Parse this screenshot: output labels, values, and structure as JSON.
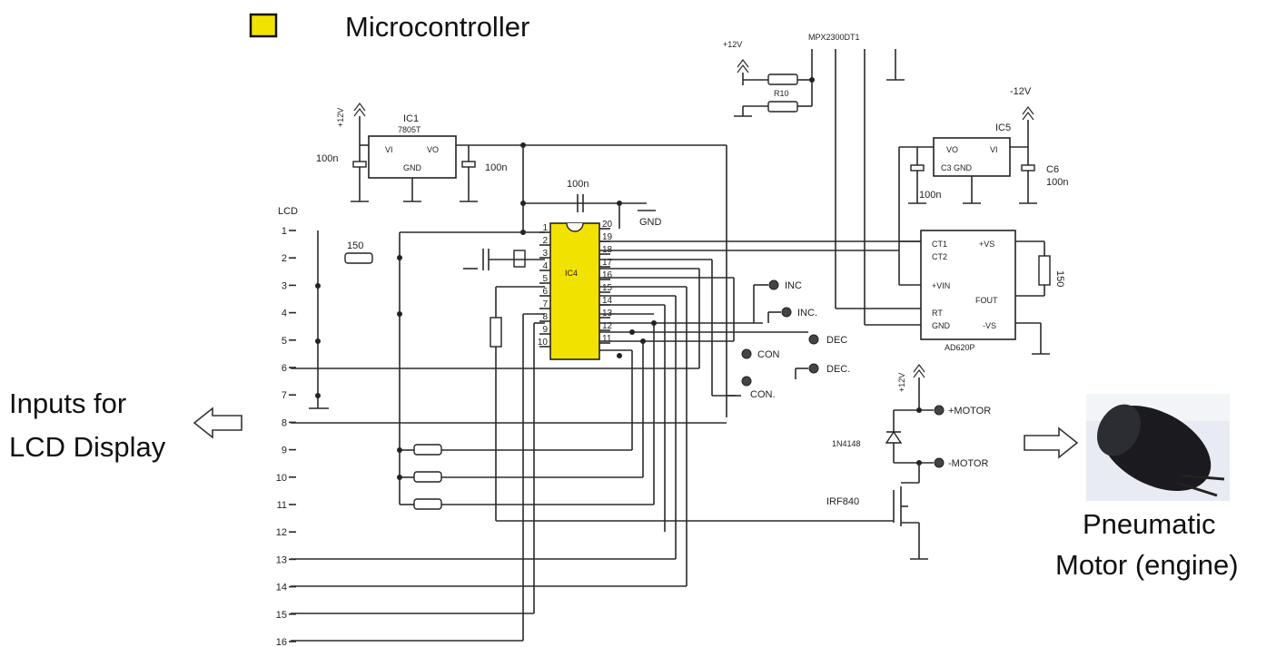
{
  "legend": {
    "swatch_color": "#f2e200",
    "label": "Microcontroller"
  },
  "left_note": {
    "line1": "Inputs for",
    "line2": "LCD Display"
  },
  "right_note": {
    "line1": "Pneumatic",
    "line2": "Motor (engine)"
  },
  "lcd": {
    "title": "LCD",
    "pins": [
      "1",
      "2",
      "3",
      "4",
      "5",
      "6",
      "7",
      "8",
      "9",
      "10",
      "11",
      "12",
      "13",
      "14",
      "15",
      "16"
    ]
  },
  "ic1": {
    "name": "IC1",
    "part": "7805T",
    "vi": "VI",
    "vo": "VO",
    "gnd": "GND",
    "supply": "+12V",
    "cap_in": "100n",
    "cap_out": "100n"
  },
  "ic4": {
    "name": "IC4",
    "decoupling": "100n",
    "gnd": "GND",
    "pins_left": [
      "1",
      "2",
      "3",
      "4",
      "5",
      "6",
      "7",
      "8",
      "9",
      "10"
    ],
    "pins_right": [
      "20",
      "19",
      "18",
      "17",
      "16",
      "15",
      "14",
      "13",
      "12",
      "11"
    ]
  },
  "ic5": {
    "name": "IC5",
    "vo": "VO",
    "vi": "VI",
    "gnd": "C3 GND",
    "supply": "-12V",
    "cap_left": "100n",
    "cap_right_name": "C6",
    "cap_right": "100n"
  },
  "sensor": {
    "part": "MPX2300DT1",
    "supply": "+12V",
    "resistor": "R10"
  },
  "ad620": {
    "part": "AD620P",
    "ct1": "CT1",
    "ct2": "CT2",
    "vs_pos": "+VS",
    "vin": "+VIN",
    "fout": "FOUT",
    "rt": "RT",
    "gnd": "GND",
    "vs_neg": "-VS",
    "resistor": "150"
  },
  "resistor_lcd": "150",
  "switches": {
    "inc1": "INC",
    "inc2": "INC.",
    "dec1": "DEC",
    "dec2": "DEC.",
    "con1": "CON",
    "con2": "CON."
  },
  "motor_driver": {
    "supply": "+12V",
    "diode": "1N4148",
    "mosfet": "IRF840",
    "motor_pos": "+MOTOR",
    "motor_neg": "-MOTOR"
  }
}
